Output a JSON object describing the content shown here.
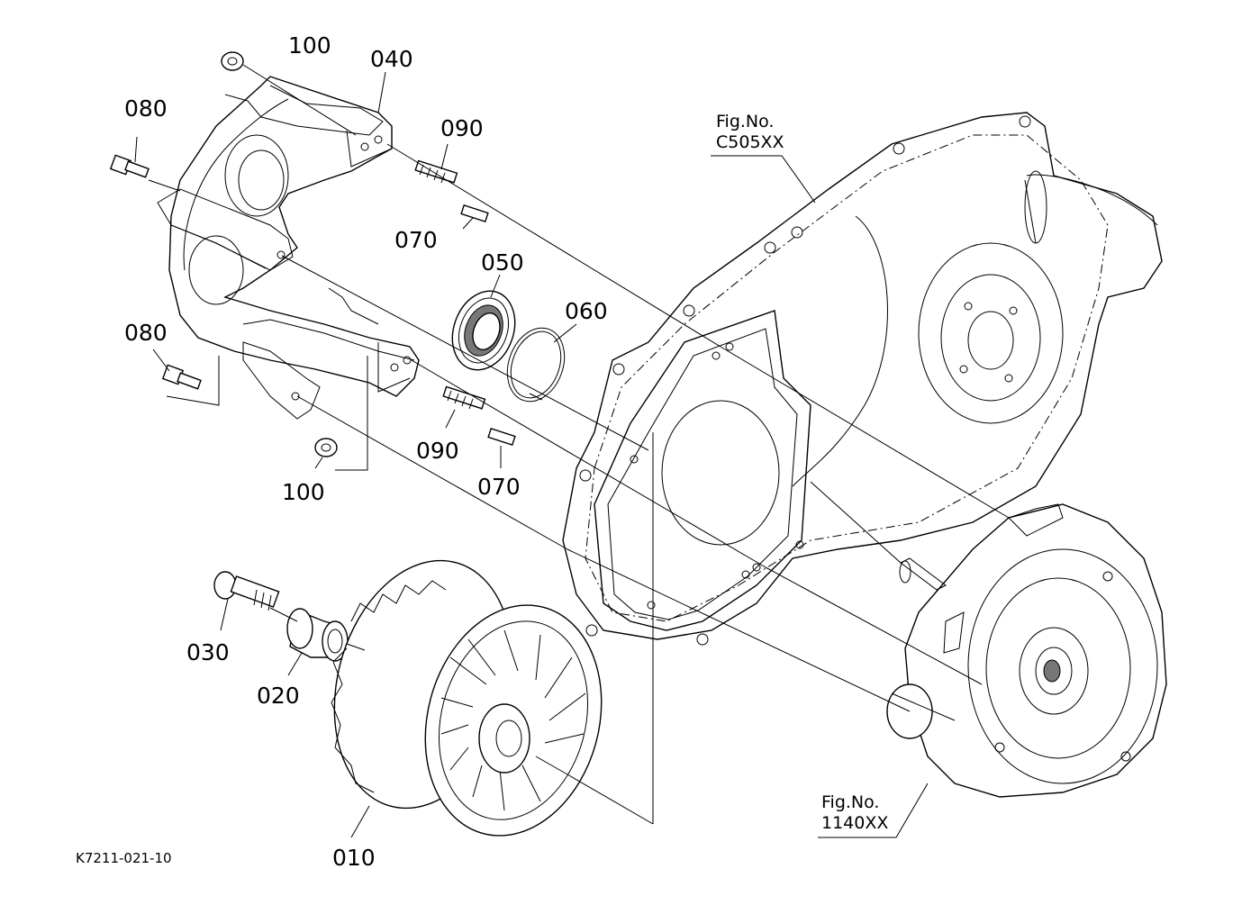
{
  "parts": [
    {
      "id": "010",
      "label": "010"
    },
    {
      "id": "020",
      "label": "020"
    },
    {
      "id": "030",
      "label": "030"
    },
    {
      "id": "040",
      "label": "040"
    },
    {
      "id": "050",
      "label": "050"
    },
    {
      "id": "060",
      "label": "060"
    },
    {
      "id": "070a",
      "label": "070"
    },
    {
      "id": "070b",
      "label": "070"
    },
    {
      "id": "080a",
      "label": "080"
    },
    {
      "id": "080b",
      "label": "080"
    },
    {
      "id": "090a",
      "label": "090"
    },
    {
      "id": "090b",
      "label": "090"
    },
    {
      "id": "100a",
      "label": "100"
    },
    {
      "id": "100b",
      "label": "100"
    }
  ],
  "references": [
    {
      "line1": "Fig.No.",
      "line2": "C505XX"
    },
    {
      "line1": "Fig.No.",
      "line2": "1140XX"
    }
  ],
  "drawing_code": "K7211-021-10"
}
